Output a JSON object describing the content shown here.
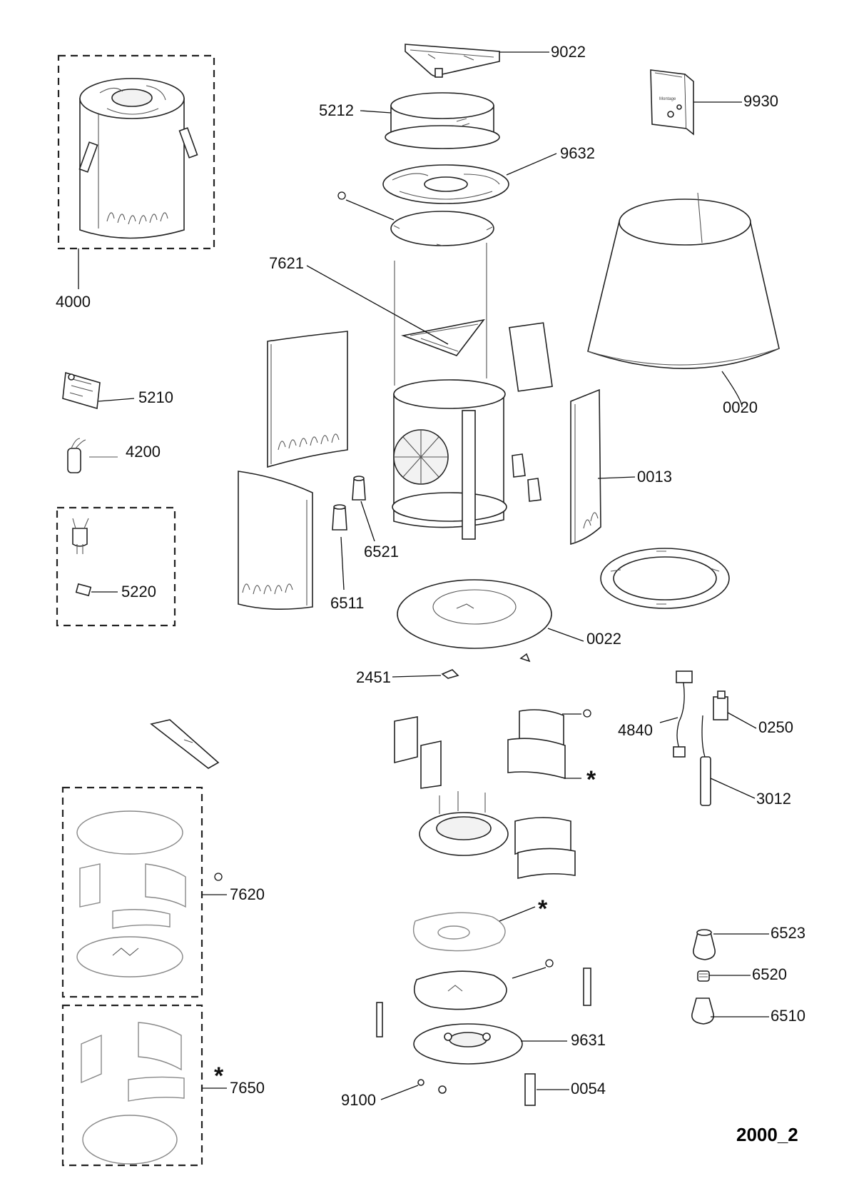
{
  "drawing_ref": "2000_2",
  "part_numbers": {
    "p9022": "9022",
    "p5212": "5212",
    "p9632": "9632",
    "p9930": "9930",
    "p4000": "4000",
    "p7621": "7621",
    "p0020": "0020",
    "p5210": "5210",
    "p4200": "4200",
    "p0013": "0013",
    "p6521": "6521",
    "p5220": "5220",
    "p6511": "6511",
    "p0022": "0022",
    "p2451": "2451",
    "p4840": "4840",
    "p0250": "0250",
    "p3012": "3012",
    "p7620": "7620",
    "p6523": "6523",
    "p6520": "6520",
    "p6510": "6510",
    "p9631": "9631",
    "p7650": "7650",
    "p9100": "9100",
    "p0054": "0054"
  },
  "markers": {
    "circle": "○",
    "star": "*"
  }
}
